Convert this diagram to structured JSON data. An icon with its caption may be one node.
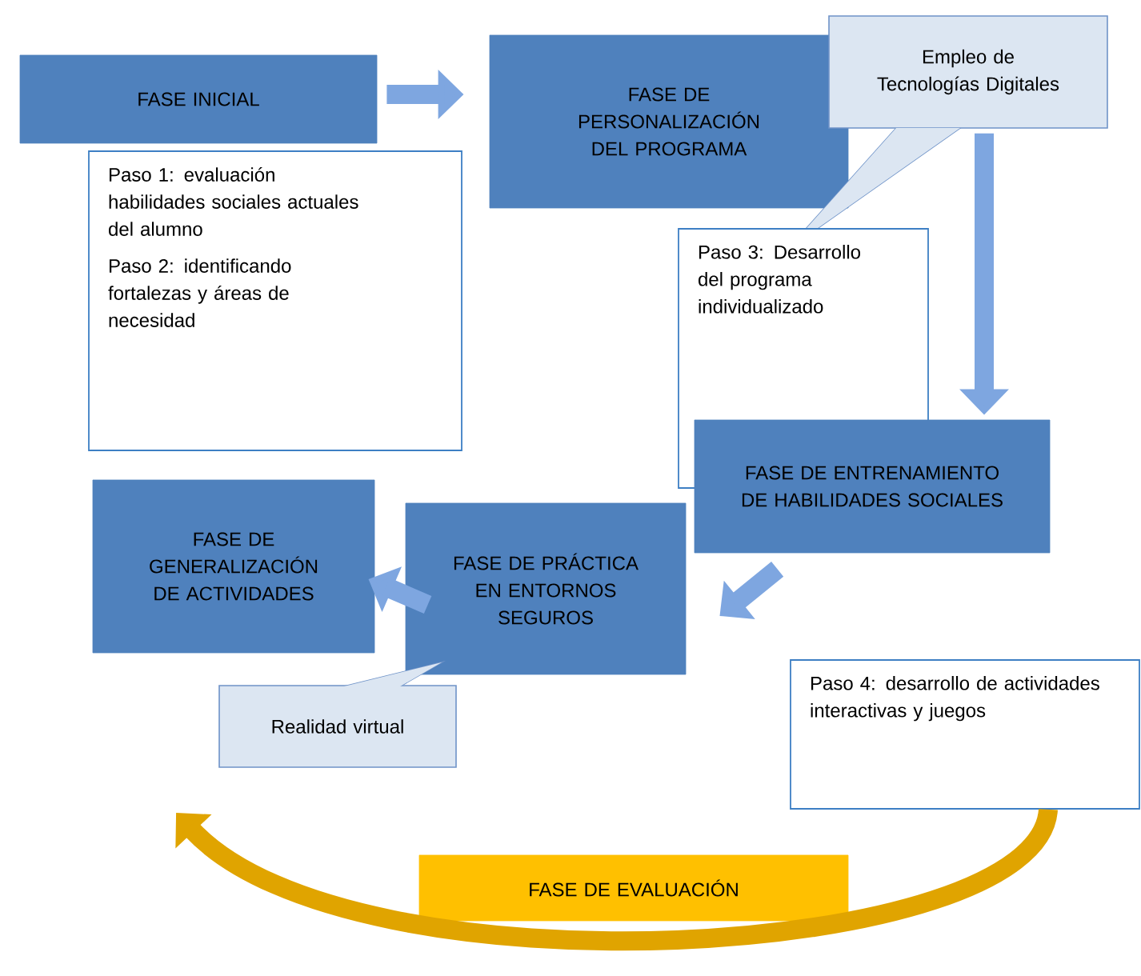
{
  "diagram": {
    "nodes": [
      {
        "text": [
          "FASE INICIAL"
        ]
      },
      {
        "text": [
          "Paso 1: evaluación habilidades sociales actuales del alumno",
          "Paso 2: identificando fortalezas y áreas de necesidad"
        ]
      },
      {
        "text": [
          "FASE DE PERSONALIZACIÓN DEL PROGRAMA"
        ]
      },
      {
        "text": [
          "Empleo de Tecnologías Digitales"
        ]
      },
      {
        "text": [
          "Paso 3: Desarrollo del programa individualizado"
        ]
      },
      {
        "text": [
          "FASE DE ENTRENAMIENTO DE HABILIDADES SOCIALES"
        ]
      },
      {
        "text": [
          "FASE DE GENERALIZACIÓN DE ACTIVIDADES"
        ]
      },
      {
        "text": [
          "FASE DE PRÁCTICA EN ENTORNOS SEGUROS"
        ]
      },
      {
        "text": [
          "Realidad virtual"
        ]
      },
      {
        "text": [
          "Paso 4: desarrollo de actividades interactivas y juegos"
        ]
      },
      {
        "text": [
          "FASE DE EVALUACIÓN"
        ]
      }
    ],
    "edges": [
      {
        "from": 0,
        "to": 2,
        "arrow": "to"
      },
      {
        "from": 3,
        "to": 5,
        "arrow": "to"
      },
      {
        "from": 5,
        "to": 7,
        "arrow": "to"
      },
      {
        "from": 7,
        "to": 6,
        "arrow": "to"
      },
      {
        "from": 9,
        "to": null,
        "arrow": "to",
        "color": "#e0a400"
      }
    ]
  }
}
